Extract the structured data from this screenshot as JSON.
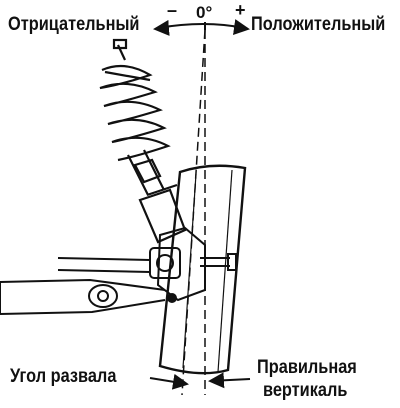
{
  "labels": {
    "negative": "Отрицательный",
    "positive": "Положительный",
    "zero": "0°",
    "minus": "–",
    "plus": "+",
    "camber_angle": "Угол развала",
    "true_vertical_line1": "Правильная",
    "true_vertical_line2": "вертикаль"
  },
  "colors": {
    "ink": "#111111",
    "paper": "#ffffff"
  },
  "icons": [
    "arrow-left-icon",
    "arrow-right-icon"
  ]
}
